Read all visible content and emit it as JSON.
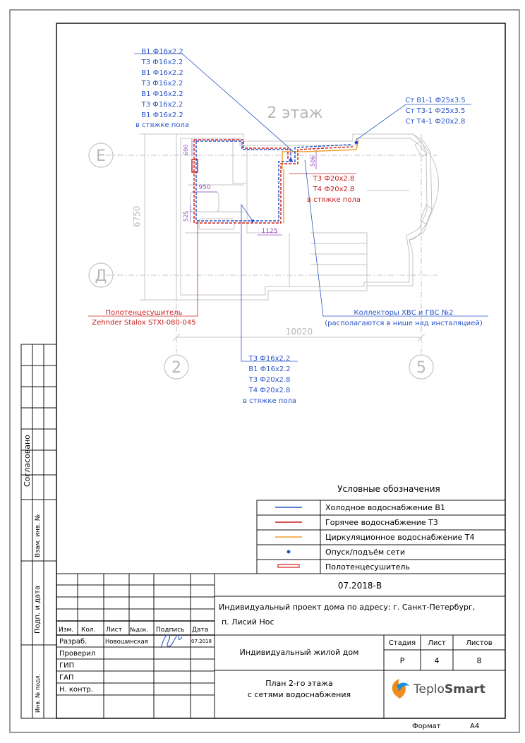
{
  "floor_title": "2 этаж",
  "axes": {
    "e": "Е",
    "d": "Д",
    "n2": "2",
    "n5": "5"
  },
  "dims": {
    "height": "6750",
    "width": "10020",
    "d690": "690",
    "d950": "950",
    "d525": "525",
    "d1125": "1125",
    "d506": "506"
  },
  "callout_top_left": [
    "В1 Ф16х2.2",
    "Т3 Ф16х2.2",
    "В1 Ф16х2.2",
    "Т3 Ф16х2.2",
    "В1 Ф16х2.2",
    "Т3 Ф16х2.2",
    "В1 Ф16х2.2",
    "в стяжке пола"
  ],
  "callout_top_right": [
    "Ст В1-1 Ф25х3.5",
    "Ст Т3-1 Ф25х3.5",
    "Ст Т4-1 Ф20х2.8"
  ],
  "callout_mid_red": [
    "Т3 Ф20х2.8",
    "Т4 Ф20х2.8",
    "в стяжке пола"
  ],
  "callout_towel": [
    "Полотенцесушитель",
    "Zehnder Stalox STXI-080-045"
  ],
  "callout_collectors": [
    "Коллекторы ХВС и ГВС №2",
    "(располагаются в нише над инсталяцией)"
  ],
  "callout_bottom": [
    "Т3 Ф16х2.2",
    "В1 Ф16х2.2",
    "Т3 Ф20х2.8",
    "Т4 Ф20х2.8",
    "в стяжке пола"
  ],
  "legend": {
    "title": "Условные обозначения",
    "items": [
      {
        "label": "Холодное водоснабжение В1",
        "color": "#2a55c8",
        "type": "line"
      },
      {
        "label": "Горячее водоснабжение Т3",
        "color": "#d02020",
        "type": "line"
      },
      {
        "label": "Циркуляционное водоснабжение Т4",
        "color": "#f0a030",
        "type": "line"
      },
      {
        "label": "Опуск/подъём сети",
        "color": "#2a55c8",
        "type": "dot"
      },
      {
        "label": "Полотенцесушитель",
        "color": "#d02020",
        "type": "towel"
      }
    ]
  },
  "stamp": {
    "code": "07.2018-В",
    "project": "Индивидуальный проект дома по адресу: г. Санкт-Петербург,",
    "project2": "п. Лисий Нос",
    "object": "Индивидуальный жилой дом",
    "sheet_title1": "План 2-го этажа",
    "sheet_title2": "с сетями водоснабжения",
    "col_headers": [
      "Изм.",
      "Кол.",
      "Лист",
      "№док.",
      "Подпись",
      "Дата"
    ],
    "roles": [
      "Разраб.",
      "Проверил",
      "ГИП",
      "ГАП",
      "Н. контр."
    ],
    "developer": "Новошинская",
    "date": "07.2018",
    "stage_h": "Стадия",
    "sheet_h": "Лист",
    "sheets_h": "Листов",
    "stage": "Р",
    "sheet": "4",
    "sheets": "8",
    "company": "TeploSmart",
    "company_a": "Teplo",
    "company_b": "Smart",
    "format_label": "Формат",
    "format": "А4"
  },
  "side_labels": [
    "Согласовано",
    "Взам. инв. №",
    "Подп. и дата",
    "Инв. № подл."
  ]
}
